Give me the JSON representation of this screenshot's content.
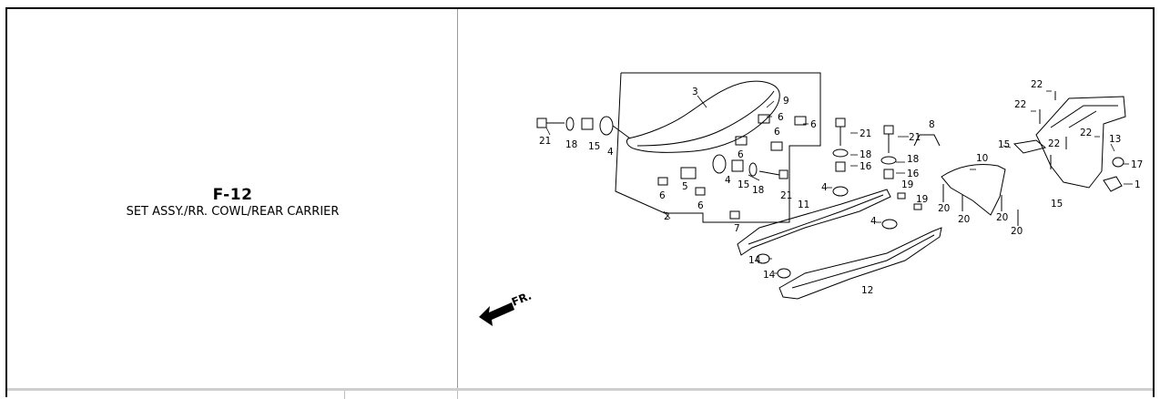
{
  "section": {
    "code": "F-12",
    "title": "SET ASSY./RR. COWL/REAR CARRIER"
  },
  "diagram": {
    "callouts": [
      {
        "id": "c3",
        "text": "3"
      },
      {
        "id": "c9",
        "text": "9"
      },
      {
        "id": "c6a",
        "text": "6"
      },
      {
        "id": "c6b",
        "text": "6"
      },
      {
        "id": "c6c",
        "text": "6"
      },
      {
        "id": "c6d",
        "text": "6"
      },
      {
        "id": "c6e",
        "text": "6"
      },
      {
        "id": "c6f",
        "text": "6"
      },
      {
        "id": "c21a",
        "text": "21"
      },
      {
        "id": "c18a",
        "text": "18"
      },
      {
        "id": "c15a",
        "text": "15"
      },
      {
        "id": "c4a",
        "text": "4"
      },
      {
        "id": "c5",
        "text": "5"
      },
      {
        "id": "c4b",
        "text": "4"
      },
      {
        "id": "c15b",
        "text": "15"
      },
      {
        "id": "c18b",
        "text": "18"
      },
      {
        "id": "c21b",
        "text": "21"
      },
      {
        "id": "c2",
        "text": "2"
      },
      {
        "id": "c7",
        "text": "7"
      },
      {
        "id": "c21c",
        "text": "21"
      },
      {
        "id": "c18c",
        "text": "18"
      },
      {
        "id": "c16a",
        "text": "16"
      },
      {
        "id": "c4c",
        "text": "4"
      },
      {
        "id": "c11",
        "text": "11"
      },
      {
        "id": "c21d",
        "text": "21"
      },
      {
        "id": "c8",
        "text": "8"
      },
      {
        "id": "c18d",
        "text": "18"
      },
      {
        "id": "c16b",
        "text": "16"
      },
      {
        "id": "c19a",
        "text": "19"
      },
      {
        "id": "c19b",
        "text": "19"
      },
      {
        "id": "c4d",
        "text": "4"
      },
      {
        "id": "c14a",
        "text": "14"
      },
      {
        "id": "c14b",
        "text": "14"
      },
      {
        "id": "c12",
        "text": "12"
      },
      {
        "id": "c10",
        "text": "10"
      },
      {
        "id": "c15c",
        "text": "15"
      },
      {
        "id": "c20a",
        "text": "20"
      },
      {
        "id": "c20b",
        "text": "20"
      },
      {
        "id": "c20c",
        "text": "20"
      },
      {
        "id": "c20d",
        "text": "20"
      },
      {
        "id": "c22a",
        "text": "22"
      },
      {
        "id": "c22b",
        "text": "22"
      },
      {
        "id": "c22c",
        "text": "22"
      },
      {
        "id": "c22d",
        "text": "22"
      },
      {
        "id": "c13",
        "text": "13"
      },
      {
        "id": "c17",
        "text": "17"
      },
      {
        "id": "c1",
        "text": "1"
      },
      {
        "id": "c15d",
        "text": "15"
      }
    ],
    "front_label": "FR."
  }
}
